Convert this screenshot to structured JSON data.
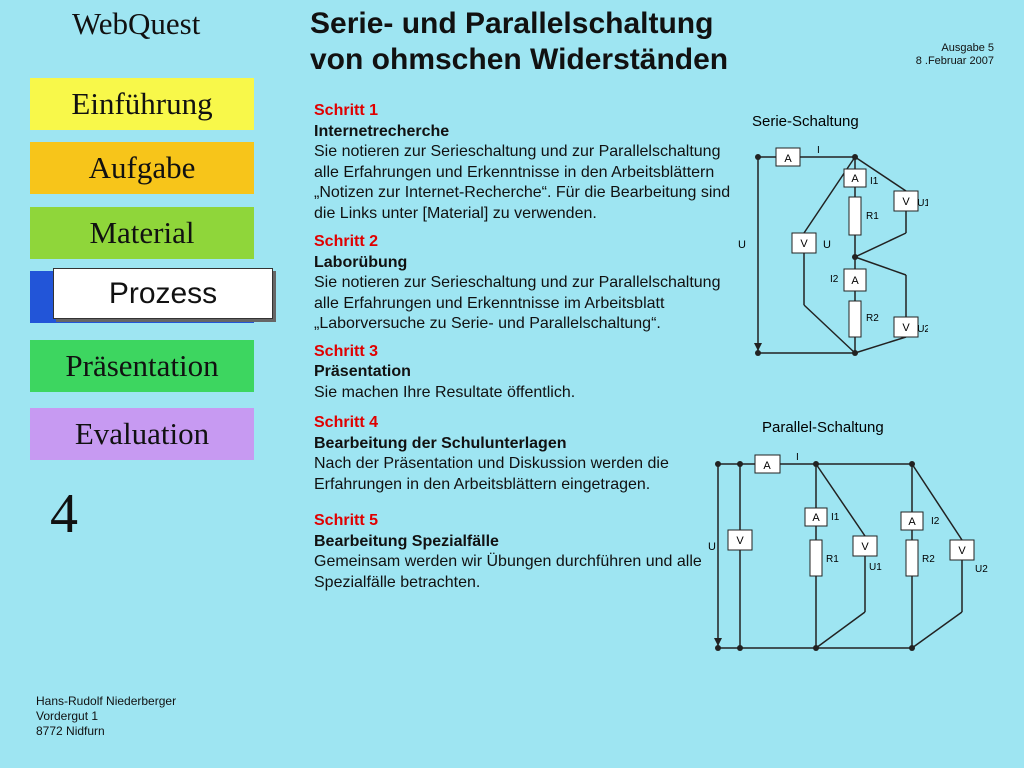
{
  "brand": "WebQuest",
  "title_line1": "Serie- und Parallelschaltung",
  "title_line2": "von ohmschen Widerständen",
  "edition": {
    "issue": "Ausgabe 5",
    "date": "8 .Februar 2007"
  },
  "nav": {
    "einfuehrung": "Einführung",
    "aufgabe": "Aufgabe",
    "material": "Material",
    "prozess": "Prozess",
    "praesentation": "Präsentation",
    "evaluation": "Evaluation"
  },
  "page_number": "4",
  "author": {
    "name": "Hans-Rudolf Niederberger",
    "street": "Vordergut 1",
    "city": "8772 Nidfurn"
  },
  "steps": [
    {
      "heading": "Schritt 1",
      "subtitle": "Internetrecherche",
      "text": "Sie notieren zur Serieschaltung und zur Parallelschaltung alle Erfahrungen und Erkenntnisse in den Arbeitsblättern „Notizen zur Internet-Recherche“. Für die Bearbeitung sind die Links unter [Material] zu verwenden."
    },
    {
      "heading": "Schritt 2",
      "subtitle": "Laborübung",
      "text": "Sie notieren zur Serieschaltung und zur Parallelschaltung alle Erfahrungen und Erkenntnisse im Arbeitsblatt „Laborversuche zu Serie- und Parallelschaltung“."
    },
    {
      "heading": "Schritt 3",
      "subtitle": "Präsentation",
      "text": "Sie machen Ihre Resultate öffentlich."
    },
    {
      "heading": "Schritt 4",
      "subtitle": "Bearbeitung der Schulunterlagen",
      "text": "Nach der Präsentation und Diskussion werden die Erfahrungen in den Arbeitsblättern eingetragen."
    },
    {
      "heading": "Schritt 5",
      "subtitle": "Bearbeitung Spezialfälle",
      "text": "Gemeinsam werden wir Übungen durchführen und alle Spezialfälle betrachten."
    }
  ],
  "diagrams": {
    "series": {
      "title": "Serie-Schaltung",
      "ammeter": "A",
      "voltmeter": "V",
      "I": "I",
      "I1": "I1",
      "I2": "I2",
      "U": "U",
      "U1": "U1",
      "U2": "U2",
      "R1": "R1",
      "R2": "R2"
    },
    "parallel": {
      "title": "Parallel-Schaltung",
      "ammeter": "A",
      "voltmeter": "V",
      "I": "I",
      "I1": "I1",
      "I2": "I2",
      "U": "U",
      "U1": "U1",
      "U2": "U2",
      "R1": "R1",
      "R2": "R2"
    }
  }
}
